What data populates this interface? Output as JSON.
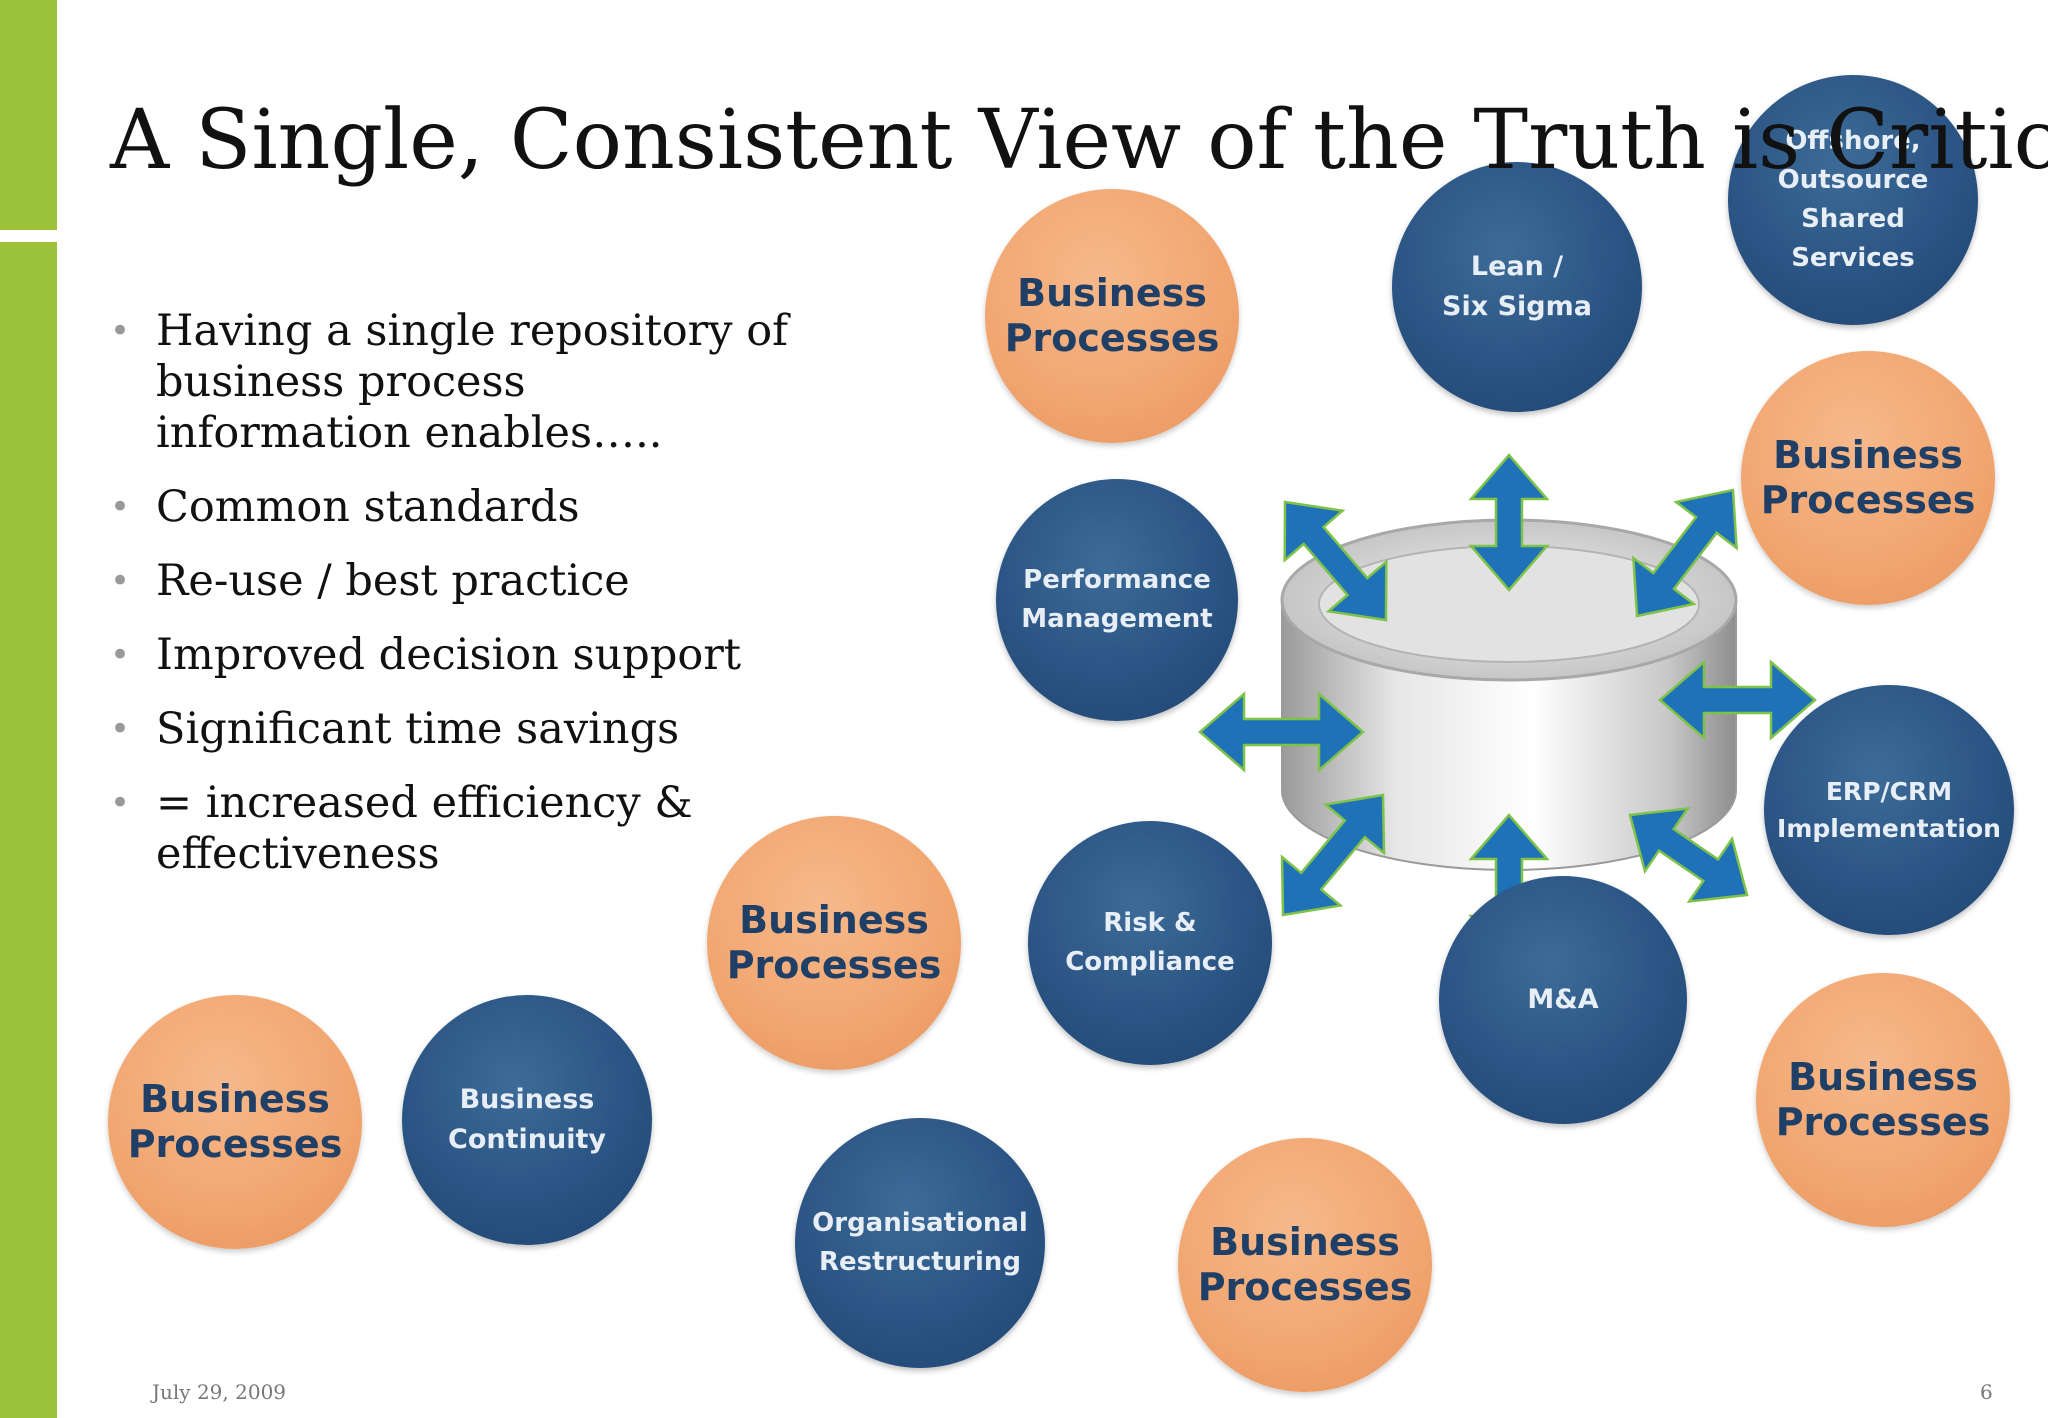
{
  "colors": {
    "accent_bar": "#9cc23a",
    "process_circle": "#f1a56f",
    "topic_circle": "#2a5483",
    "arrow": "#1f72b8"
  },
  "title": "A Single, Consistent View of the Truth is Critical",
  "bullets": [
    "Having a single repository of business process information enables…..",
    "Common standards",
    "Re-use / best practice",
    "Improved decision support",
    "Significant time savings",
    "= increased efficiency & effectiveness"
  ],
  "diagram": {
    "hub_icon": "repository-cylinder-icon",
    "arrow_icon": "double-headed-arrow-icon",
    "process_label": "Business\nProcesses",
    "topics": [
      "Offshore,\nOutsource\nShared\nServices",
      "Lean /\nSix Sigma",
      "Performance\nManagement",
      "ERP/CRM\nImplementation",
      "Risk &\nCompliance",
      "M&A",
      "Business\nContinuity",
      "Organisational\nRestructuring"
    ]
  },
  "footer": {
    "date": "July 29, 2009",
    "page_number": "6"
  }
}
